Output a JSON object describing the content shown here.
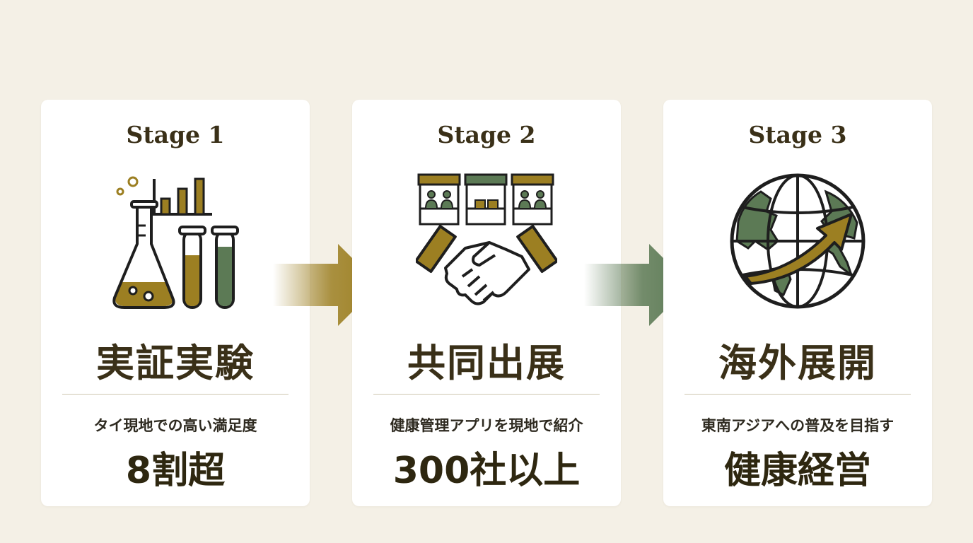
{
  "stages": [
    {
      "stage_label": "Stage 1",
      "title": "実証実験",
      "description": "タイ現地での高い満足度",
      "value": "8割超"
    },
    {
      "stage_label": "Stage 2",
      "title": "共同出展",
      "description": "健康管理アプリを現地で紹介",
      "value": "300社以上"
    },
    {
      "stage_label": "Stage 3",
      "title": "海外展開",
      "description": "東南アジアへの普及を目指す",
      "value": "健康経営"
    }
  ],
  "icons": [
    "lab-flask-chart-icon",
    "booth-handshake-icon",
    "globe-growth-arrow-icon"
  ],
  "colors": {
    "background": "#f4f0e6",
    "card": "#ffffff",
    "gold": "#9c7f22",
    "green": "#5c7a55",
    "dark_text": "#3a3018",
    "outline": "#1e1e1e"
  }
}
